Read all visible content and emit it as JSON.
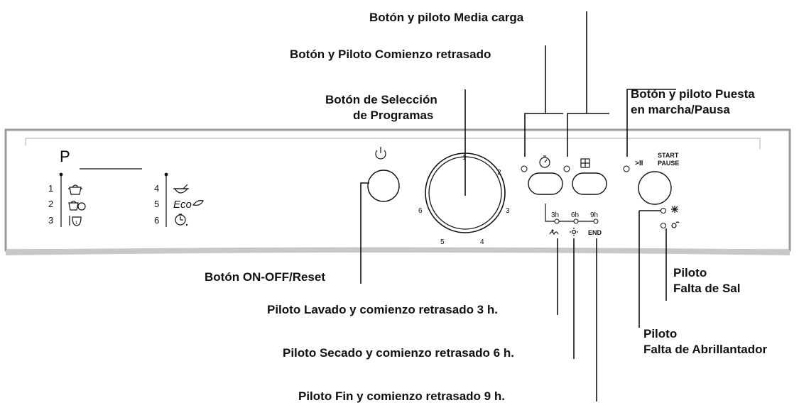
{
  "callouts": {
    "half_load": "Botón y piloto Media carga",
    "delayed_start": "Botón y Piloto Comienzo retrasado",
    "program_select_line1": "Botón de Selección",
    "program_select_line2": "de Programas",
    "start_pause_line1": "Botón y piloto Puesta",
    "start_pause_line2": "en marcha/Pausa",
    "on_off": "Botón ON-OFF/Reset",
    "wash_3h": "Piloto Lavado y comienzo retrasado 3 h.",
    "dry_6h": "Piloto Secado y comienzo retrasado 6 h.",
    "end_9h": "Piloto Fin y comienzo retrasado 9 h.",
    "salt_line1": "Piloto",
    "salt_line2": "Falta de Sal",
    "rinse_line1": "Piloto",
    "rinse_line2": "Falta de Abrillantador"
  },
  "panel": {
    "program_header": "P",
    "programs": [
      {
        "num": "1",
        "icon": "pot-icon"
      },
      {
        "num": "2",
        "icon": "pots-icon"
      },
      {
        "num": "3",
        "icon": "glass-icon"
      },
      {
        "num": "4",
        "icon": "bowl-icon"
      },
      {
        "num": "5",
        "icon": "eco-leaf-icon",
        "text": "Eco"
      },
      {
        "num": "6",
        "icon": "quick-clock-icon"
      }
    ],
    "dial_numbers": [
      "1",
      "2",
      "3",
      "4",
      "5",
      "6"
    ],
    "delay_times": [
      "3h",
      "6h",
      "9h"
    ],
    "play_pause_symbol": ">II",
    "start_label": "START",
    "pause_label": "PAUSE",
    "end_label": "END"
  }
}
